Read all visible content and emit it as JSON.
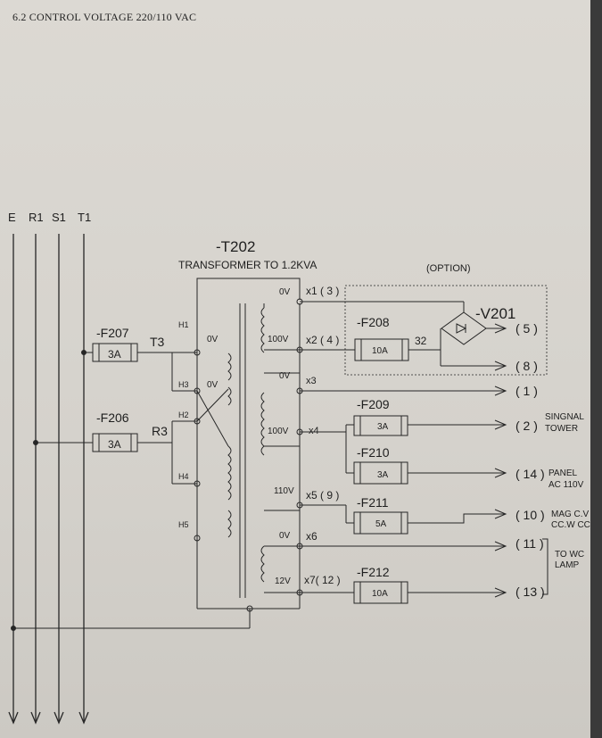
{
  "heading": "6.2  CONTROL VOLTAGE 220/110 VAC",
  "buses": [
    "E",
    "R1",
    "S1",
    "T1"
  ],
  "transformer": {
    "tag": "-T202",
    "desc": "TRANSFORMER  TO 1.2KVA",
    "primary": [
      "H1",
      "0V",
      "H3",
      "0V",
      "H2",
      "H4",
      "H5"
    ],
    "secondary": [
      "0V",
      "100V",
      "0V",
      "100V",
      "110V",
      "0V",
      "12V"
    ]
  },
  "option": "(OPTION)",
  "terminals": [
    "x1 ( 3 )",
    "x2 ( 4 )",
    "x3",
    "x4",
    "x5 ( 9 )",
    "x6",
    "x7( 12 )"
  ],
  "fuses": [
    {
      "tag": "-F207",
      "rating": "3A"
    },
    {
      "tag": "-F206",
      "rating": "3A"
    },
    {
      "tag": "-F208",
      "rating": "10A"
    },
    {
      "tag": "-F209",
      "rating": "3A"
    },
    {
      "tag": "-F210",
      "rating": "3A"
    },
    {
      "tag": "-F211",
      "rating": "5A"
    },
    {
      "tag": "-F212",
      "rating": "10A"
    }
  ],
  "wires": {
    "t3": "T3",
    "r3": "R3",
    "w32": "32"
  },
  "rectifier": "-V201",
  "outputs": [
    "( 5 )",
    "( 8 )",
    "( 1 )",
    "( 2 )",
    "( 14 )",
    "( 10 )",
    "( 11 )",
    "( 13 )"
  ],
  "descriptions": {
    "signal1": "SINGNAL",
    "signal2": "TOWER",
    "panel1": "PANEL",
    "panel2": "AC 110V",
    "mag1": "MAG C.V",
    "mag2": "CC.W CC",
    "work1": "TO WC",
    "work2": "LAMP"
  }
}
